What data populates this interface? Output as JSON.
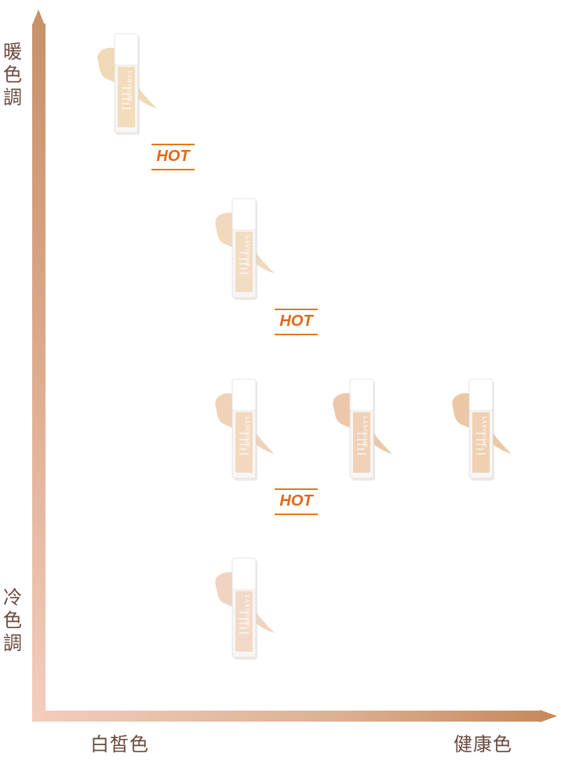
{
  "axes": {
    "y_top_label": "暖\n色\n調",
    "y_bottom_label": "冷\n色\n調",
    "x_left_label": "白皙色",
    "x_right_label": "健康色",
    "y_gradient": [
      "#c7916a",
      "#f3cdbd"
    ],
    "x_gradient": [
      "#f3cdbd",
      "#c78a5e"
    ]
  },
  "products": [
    {
      "brand": "LANCOME",
      "swatch": "#edd2a9",
      "fill": "#f3dcbc"
    },
    {
      "brand": "LANCOME",
      "swatch": "#eed1b2",
      "fill": "#f2dcc2"
    },
    {
      "brand": "LANCOME",
      "swatch": "#edcaaa",
      "fill": "#f3d8c0"
    },
    {
      "brand": "LANCOME",
      "swatch": "#e9be9c",
      "fill": "#f0d1b8"
    },
    {
      "brand": "LANCOME",
      "swatch": "#e8bd96",
      "fill": "#efd0b2"
    },
    {
      "brand": "LANCOME",
      "swatch": "#efcdb5",
      "fill": "#f3dac8"
    }
  ],
  "badges": [
    {
      "label": "HOT",
      "color": "#e0681a"
    },
    {
      "label": "HOT",
      "color": "#e0681a"
    },
    {
      "label": "HOT",
      "color": "#e0681a"
    }
  ]
}
